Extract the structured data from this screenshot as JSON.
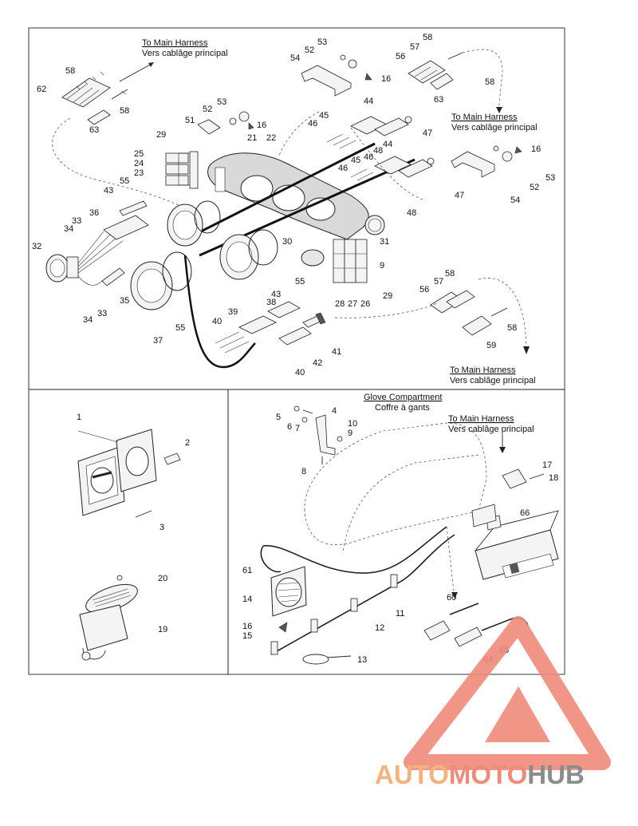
{
  "captions": {
    "top_left_en": "To Main Harness",
    "top_left_fr": "Vers cablâge principal",
    "top_right_en": "To Main Harness",
    "top_right_fr": "Vers cablâge principal",
    "mid_right_en": "To Main Harness",
    "mid_right_fr": "Vers cablâge principal",
    "glove_en": "Glove Compartment",
    "glove_fr": "Coffre à gants",
    "glove_harness_en": "To Main Harness",
    "glove_harness_fr": "Vers cablâge principal"
  },
  "parts": {
    "p1": "1",
    "p2": "2",
    "p3": "3",
    "p4": "4",
    "p5": "5",
    "p6": "6",
    "p7": "7",
    "p8": "8",
    "p9a": "9",
    "p9b": "9",
    "p10": "10",
    "p11": "11",
    "p12": "12",
    "p13": "13",
    "p14": "14",
    "p15": "15",
    "p16a": "16",
    "p16b": "16",
    "p16c": "16",
    "p16d": "16",
    "p17": "17",
    "p18": "18",
    "p19": "19",
    "p20": "20",
    "p21": "21",
    "p22": "22",
    "p23": "23",
    "p24": "24",
    "p25": "25",
    "p26": "26",
    "p27": "27",
    "p28": "28",
    "p29a": "29",
    "p29b": "29",
    "p30": "30",
    "p31": "31",
    "p32": "32",
    "p33a": "33",
    "p33b": "33",
    "p34a": "34",
    "p34b": "34",
    "p35": "35",
    "p36": "36",
    "p37": "37",
    "p38": "38",
    "p39": "39",
    "p40a": "40",
    "p40b": "40",
    "p41": "41",
    "p42": "42",
    "p43a": "43",
    "p43b": "43",
    "p44a": "44",
    "p44b": "44",
    "p45a": "45",
    "p45b": "45",
    "p46a": "46",
    "p46b": "46",
    "p46c": "46",
    "p47a": "47",
    "p47b": "47",
    "p48a": "48",
    "p48b": "48",
    "p51": "51",
    "p52a": "52",
    "p52b": "52",
    "p52c": "52",
    "p53a": "53",
    "p53b": "53",
    "p53c": "53",
    "p54a": "54",
    "p54b": "54",
    "p55a": "55",
    "p55b": "55",
    "p55c": "55",
    "p56a": "56",
    "p56b": "56",
    "p57a": "57",
    "p57b": "57",
    "p58a": "58",
    "p58b": "58",
    "p58c": "58",
    "p58d": "58",
    "p58e": "58",
    "p58f": "58",
    "p59": "59",
    "p60": "60",
    "p61": "61",
    "p62": "62",
    "p63a": "63",
    "p63b": "63",
    "p64": "64",
    "p65": "65",
    "p66": "66"
  },
  "watermark": {
    "part1": "AUTO",
    "part2": "MOTO",
    "part3": "HUB",
    "color_primary": "#f08a7a",
    "color_secondary": "#f4b37c",
    "color_tertiary": "#8c8c8c"
  }
}
